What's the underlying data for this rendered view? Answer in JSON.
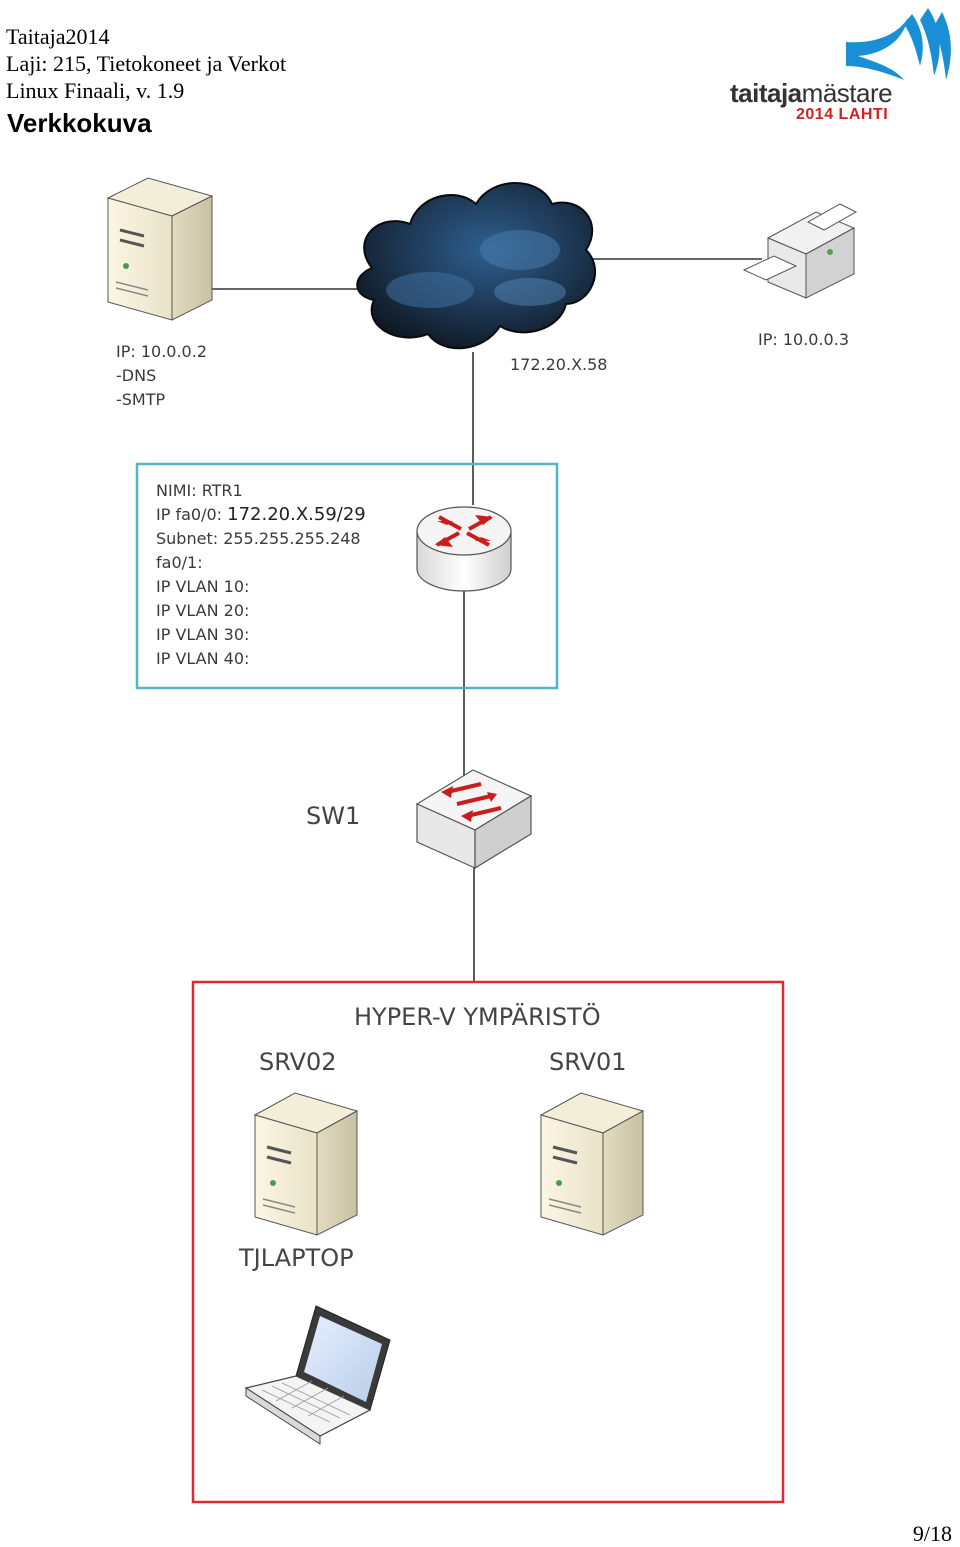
{
  "header": {
    "line1": "Taitaja2014",
    "line2": "Laji: 215, Tietokoneet ja Verkot",
    "line3": "Linux Finaali, v. 1.9",
    "section_title": "Verkkokuva"
  },
  "logo": {
    "word_bold": "taitaja",
    "word_regular": "mästare",
    "subtitle": "2014 LAHTI",
    "colors": {
      "wing": "#1a8fd6",
      "text": "#333333",
      "accent": "#d42020"
    }
  },
  "nodes": {
    "server_left": {
      "lines": [
        "IP: 10.0.0.2",
        "-DNS",
        "-SMTP"
      ]
    },
    "printer": {
      "ip": "IP: 10.0.0.3"
    },
    "cloud": {
      "ip": "172.20.X.58"
    },
    "router": {
      "name": "NIMI: RTR1",
      "fa00_prefix": "IP fa0/0: ",
      "fa00_value": "172.20.X.59/29",
      "lines": [
        "Subnet: 255.255.255.248",
        "fa0/1:",
        "IP VLAN 10:",
        "IP VLAN 20:",
        "IP VLAN 30:",
        "IP VLAN 40:"
      ]
    },
    "switch": {
      "name": "SW1"
    },
    "hyperv": {
      "title": "HYPER-V YMPÄRISTÖ",
      "srv02": "SRV02",
      "srv01": "SRV01",
      "laptop": "TJLAPTOP"
    }
  },
  "colors": {
    "router_box": "#4fb6c8",
    "hyperv_box": "#e0282e",
    "link": "#333333"
  },
  "page": "9/18"
}
